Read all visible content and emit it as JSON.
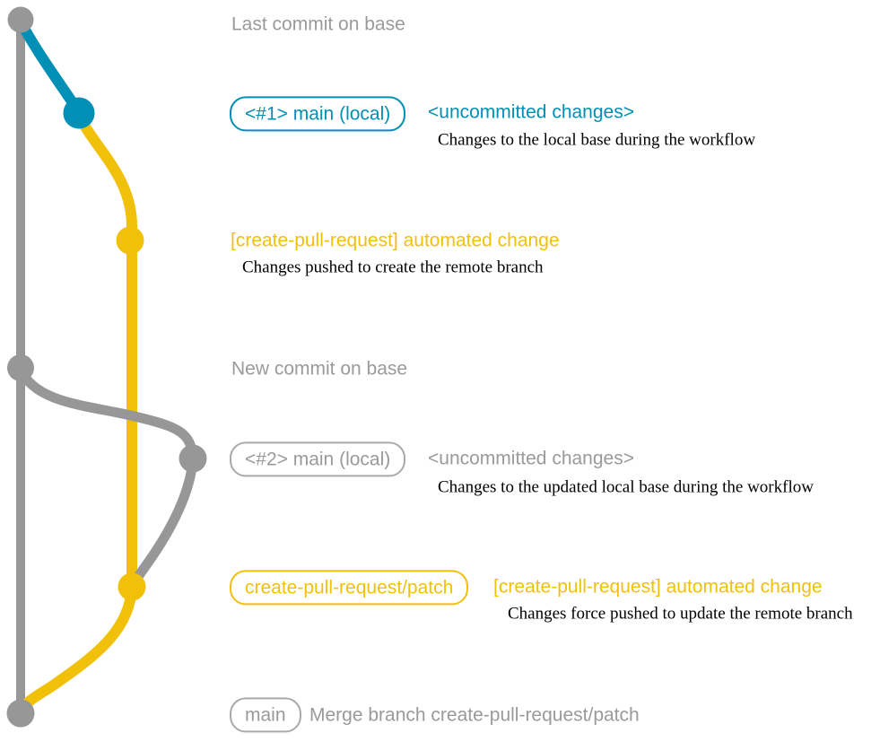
{
  "diagram": {
    "type": "git-branch-workflow-graph",
    "colors": {
      "base_branch": "#979797",
      "local_main_branch": "#008fb5",
      "pull_request_branch": "#f1c109",
      "muted_text": "#9a9a9a",
      "note_text": "#000000"
    },
    "branches": [
      {
        "name": "base",
        "color": "#979797"
      },
      {
        "name": "main (local)",
        "color": "#008fb5"
      },
      {
        "name": "create-pull-request/patch",
        "color": "#f1c109"
      }
    ],
    "commits": [
      {
        "id": "c1",
        "branch": "base",
        "message": "Last commit on base"
      },
      {
        "id": "c2",
        "branch": "main (local)",
        "label": "<#1> main (local)",
        "message": "<uncommitted changes>",
        "note": "Changes to the local base during the workflow"
      },
      {
        "id": "c3",
        "branch": "create-pull-request/patch",
        "message": "[create-pull-request] automated change",
        "note": "Changes pushed to create the remote branch"
      },
      {
        "id": "c4",
        "branch": "base",
        "message": "New commit on base"
      },
      {
        "id": "c5",
        "branch": "main (local)",
        "label": "<#2> main (local)",
        "message": "<uncommitted changes>",
        "note": "Changes to the updated local base during the workflow"
      },
      {
        "id": "c6",
        "branch": "create-pull-request/patch",
        "label": "create-pull-request/patch",
        "message": "[create-pull-request] automated change",
        "note": "Changes force pushed to update the remote branch"
      },
      {
        "id": "c7",
        "branch": "base",
        "label": "main",
        "message": "Merge branch create-pull-request/patch"
      }
    ]
  }
}
